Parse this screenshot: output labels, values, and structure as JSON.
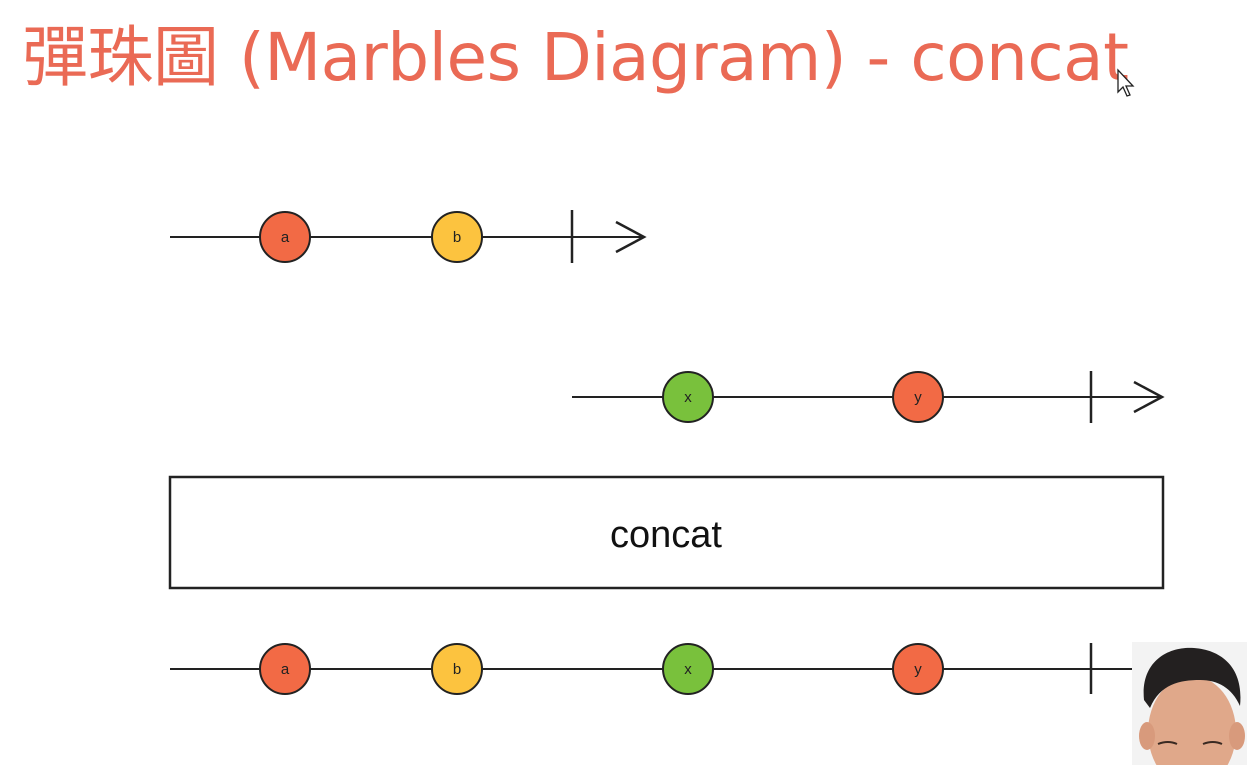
{
  "title": "彈珠圖 (Marbles Diagram) - concat",
  "operator": {
    "label": "concat"
  },
  "streams": [
    {
      "id": "input-1",
      "marbles": [
        {
          "label": "a",
          "color": "#f26a45"
        },
        {
          "label": "b",
          "color": "#fcc33f"
        }
      ]
    },
    {
      "id": "input-2",
      "marbles": [
        {
          "label": "x",
          "color": "#79c13c"
        },
        {
          "label": "y",
          "color": "#f26a45"
        }
      ]
    },
    {
      "id": "output",
      "marbles": [
        {
          "label": "a",
          "color": "#f26a45"
        },
        {
          "label": "b",
          "color": "#fcc33f"
        },
        {
          "label": "x",
          "color": "#79c13c"
        },
        {
          "label": "y",
          "color": "#f26a45"
        }
      ]
    }
  ],
  "colors": {
    "title": "#ea6a55",
    "line": "#222222"
  }
}
